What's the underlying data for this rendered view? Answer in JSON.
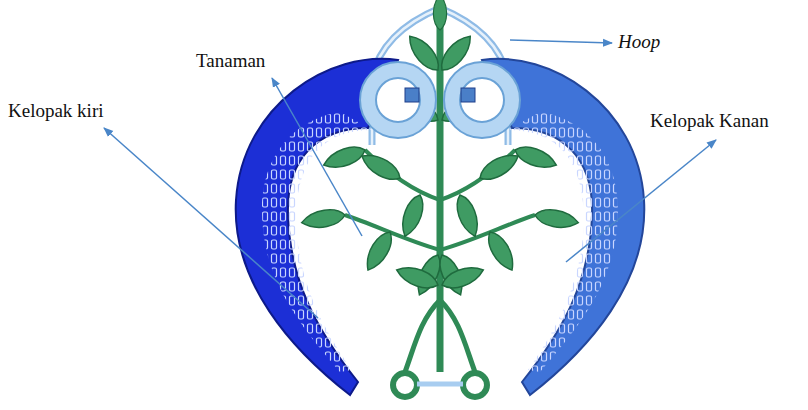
{
  "diagram": {
    "labels": [
      "Hoop",
      "Tanaman",
      "Kelopak kiri",
      "Kelopak Kanan"
    ]
  }
}
